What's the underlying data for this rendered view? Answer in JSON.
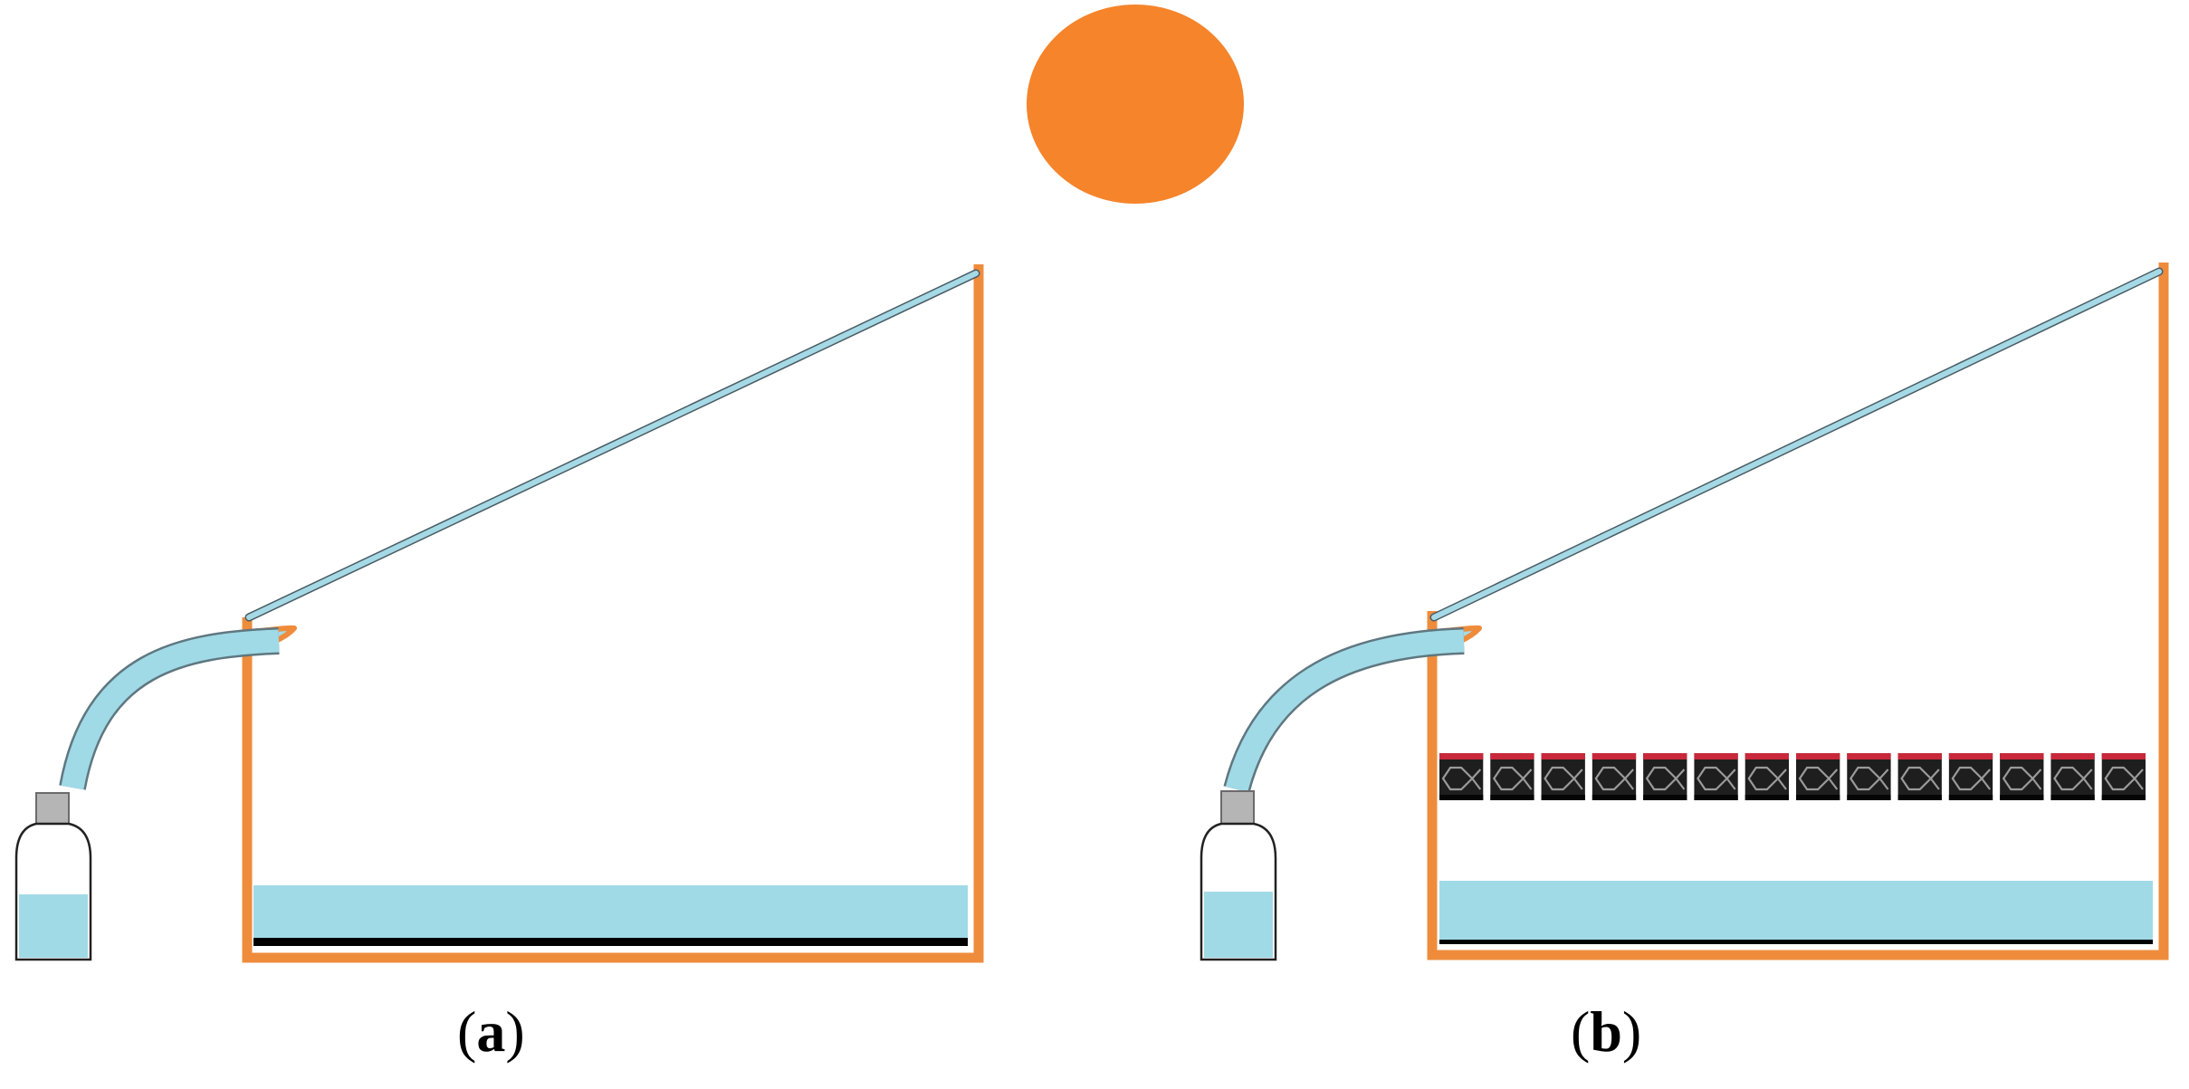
{
  "colors": {
    "sun": "#F5842B",
    "frame": "#EE8C3C",
    "water": "#A0DAE6",
    "glass": "#A6D9E6",
    "black": "#000000",
    "absorber_dark": "#1E1E1E",
    "absorber_red": "#C8283A",
    "cap": "#B5B5B5"
  },
  "icons": {
    "sun": "sun-icon",
    "bottle": "collection-bottle-icon"
  },
  "panels": [
    {
      "id": "a",
      "label_open": "(",
      "label_letter": "a",
      "label_close": ")",
      "has_absorber": false
    },
    {
      "id": "b",
      "label_open": "(",
      "label_letter": "b",
      "label_close": ")",
      "has_absorber": true
    }
  ]
}
